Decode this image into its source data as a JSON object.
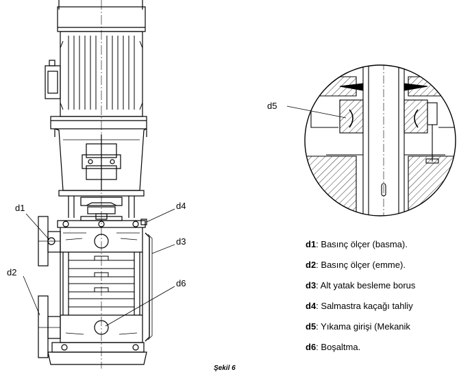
{
  "labels": {
    "d1": "d1",
    "d2": "d2",
    "d3": "d3",
    "d4": "d4",
    "d5": "d5",
    "d6": "d6"
  },
  "legend": [
    {
      "code": "d1",
      "text": ": Basınç ölçer (basma)."
    },
    {
      "code": "d2",
      "text": ": Basınç ölçer (emme)."
    },
    {
      "code": "d3",
      "text": ": Alt yatak besleme borus"
    },
    {
      "code": "d4",
      "text": ": Salmastra kaçağı tahliy"
    },
    {
      "code": "d5",
      "text": ": Yıkama girişi (Mekanik"
    },
    {
      "code": "d6",
      "text": ": Boşaltma."
    }
  ],
  "caption": "Şekil 6"
}
